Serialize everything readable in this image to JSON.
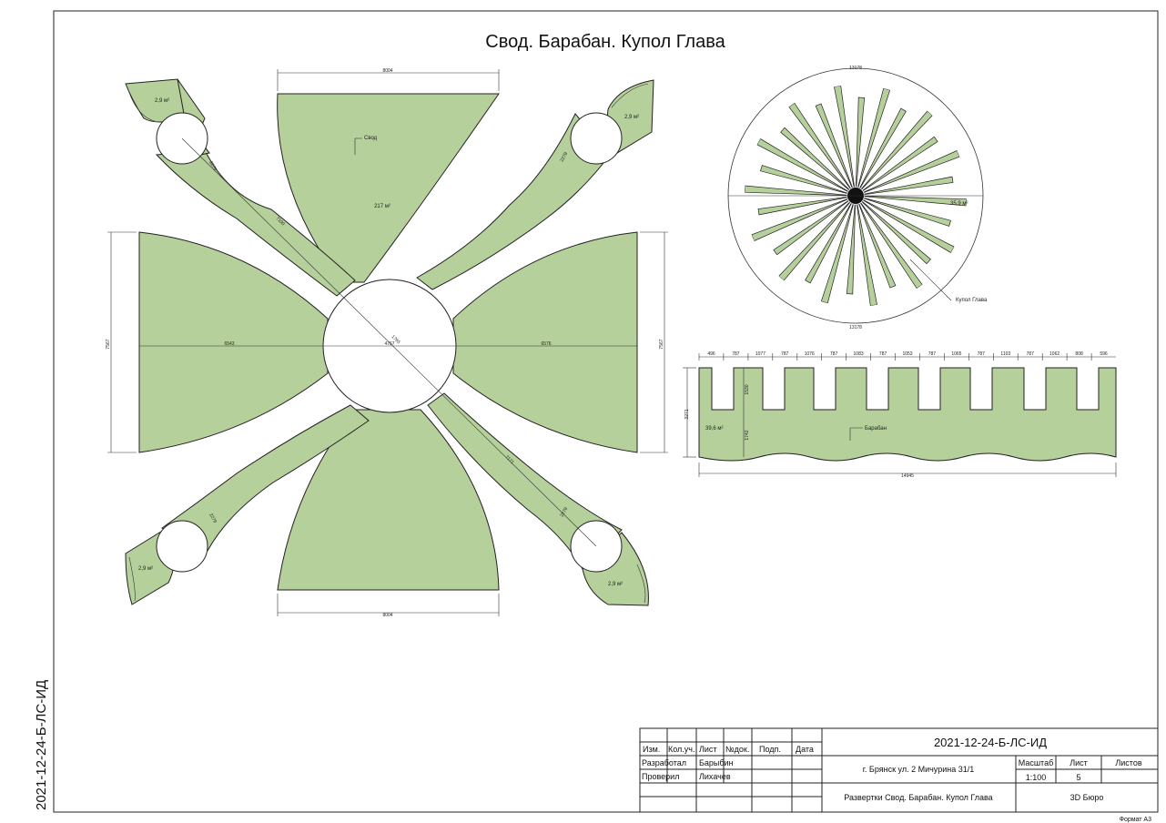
{
  "sheet": {
    "title": "Свод. Барабан. Купол Глава",
    "side_code": "2021-12-24-Б-ЛС-ИД",
    "format_label": "Формат А3"
  },
  "drawing": {
    "fill_color": "#b5d09b",
    "vault": {
      "label": "Свод",
      "area": "217 м²",
      "petal_area": "2,9 м²",
      "dims": {
        "top": "8004",
        "bottom": "8004",
        "left": "7567",
        "right": "7567",
        "center": "4767",
        "left_span": "6543",
        "right_span": "6576",
        "diag_upper": "7100",
        "diag_lower": "7171",
        "diag_center": "1765",
        "strip": "2279"
      }
    },
    "dome": {
      "label": "Купол Глава",
      "area": "35,9 м²",
      "dim_top": "13178",
      "dim_bottom": "13178"
    },
    "drum": {
      "label": "Барабан",
      "area": "39,6 м²",
      "height": "3271",
      "notch": "1530",
      "base": "1742",
      "total_width": "14945",
      "segments": [
        "496",
        "787",
        "1077",
        "787",
        "1076",
        "787",
        "1083",
        "787",
        "1053",
        "787",
        "1065",
        "787",
        "1103",
        "787",
        "1062",
        "808",
        "596"
      ]
    }
  },
  "title_block": {
    "headers": [
      "Изм.",
      "Кол.уч.",
      "Лист",
      "№док.",
      "Подп.",
      "Дата"
    ],
    "rows": [
      {
        "role": "Разработал",
        "name": "Барыбин"
      },
      {
        "role": "Проверил",
        "name": "Лихачев"
      }
    ],
    "code": "2021-12-24-Б-ЛС-ИД",
    "address": "г. Брянск ул. 2 Мичурина 31/1",
    "scale_label": "Масштаб",
    "sheet_label": "Лист",
    "sheets_label": "Листов",
    "scale_value": "1:100",
    "sheet_value": "5",
    "sheets_value": "",
    "description": "Развертки Свод. Барабан. Купол Глава",
    "company": "3D Бюро"
  }
}
